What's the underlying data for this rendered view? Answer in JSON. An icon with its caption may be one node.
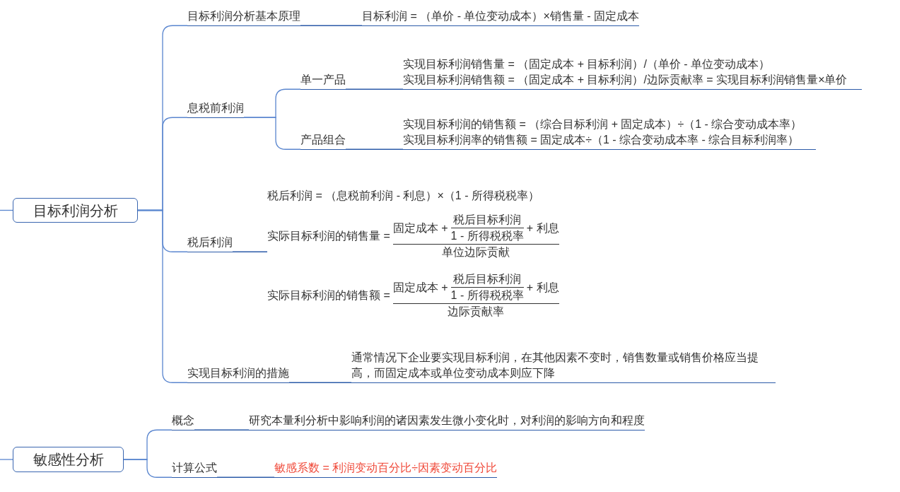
{
  "diagram": {
    "nodes": [
      {
        "text": [
          "目标利润分析"
        ]
      },
      {
        "text": [
          "目标利润分析基本原理"
        ]
      },
      {
        "text": [
          "目标利润 = （单价 - 单位变动成本）×销售量 - 固定成本"
        ]
      },
      {
        "text": [
          "息税前利润"
        ]
      },
      {
        "text": [
          "单一产品"
        ]
      },
      {
        "text": [
          "实现目标利润销售量 = （固定成本 + 目标利润）/（单价 - 单位变动成本）",
          "实现目标利润销售额 = （固定成本 + 目标利润）/边际贡献率 = 实现目标利润销售量×单价"
        ]
      },
      {
        "text": [
          "产品组合"
        ]
      },
      {
        "text": [
          "实现目标利润的销售额 = （综合目标利润 + 固定成本）÷（1 - 综合变动成本率）",
          "实现目标利润率的销售额 = 固定成本÷（1 - 综合变动成本率 - 综合目标利润率）"
        ]
      },
      {
        "text": [
          "税后利润"
        ]
      },
      {
        "text": [
          "税后利润 = （息税前利润 - 利息）×（1 - 所得税税率）"
        ]
      },
      {
        "text": [
          "实际目标利润的销售量 =",
          "固定成本 +",
          "税后目标利润",
          "1 - 所得税税率",
          "+ 利息",
          "单位边际贡献"
        ]
      },
      {
        "text": [
          "实际目标利润的销售额 =",
          "固定成本 +",
          "税后目标利润",
          "1 - 所得税税率",
          "+ 利息",
          "边际贡献率"
        ]
      },
      {
        "text": [
          "实现目标利润的措施"
        ]
      },
      {
        "text": [
          "通常情况下企业要实现目标利润，在其他因素不变时，销售数量或销售价格应当提高，而固定成本或单位变动成本则应下降"
        ]
      },
      {
        "text": [
          "敏感性分析"
        ]
      },
      {
        "text": [
          "概念"
        ]
      },
      {
        "text": [
          "研究本量利分析中影响利润的诸因素发生微小变化时，对利润的影响方向和程度"
        ]
      },
      {
        "text": [
          "计算公式"
        ]
      },
      {
        "text": [
          "敏感系数 = 利润变动百分比÷因素变动百分比"
        ]
      }
    ],
    "edges": [
      {
        "from": null,
        "to": 0,
        "arrow": "none"
      },
      {
        "from": 0,
        "to": 1,
        "arrow": "none"
      },
      {
        "from": 0,
        "to": 3,
        "arrow": "none"
      },
      {
        "from": 0,
        "to": 8,
        "arrow": "none"
      },
      {
        "from": 0,
        "to": 12,
        "arrow": "none"
      },
      {
        "from": 1,
        "to": 2,
        "arrow": "none"
      },
      {
        "from": 3,
        "to": 4,
        "arrow": "none"
      },
      {
        "from": 3,
        "to": 6,
        "arrow": "none"
      },
      {
        "from": 4,
        "to": 5,
        "arrow": "none"
      },
      {
        "from": 6,
        "to": 7,
        "arrow": "none"
      },
      {
        "from": 8,
        "to": 10,
        "arrow": "none"
      },
      {
        "from": 12,
        "to": 13,
        "arrow": "none"
      },
      {
        "from": null,
        "to": 14,
        "arrow": "none"
      },
      {
        "from": 14,
        "to": 15,
        "arrow": "none"
      },
      {
        "from": 14,
        "to": 17,
        "arrow": "none"
      },
      {
        "from": 15,
        "to": 16,
        "arrow": "none"
      },
      {
        "from": 17,
        "to": 18,
        "arrow": "none"
      }
    ]
  }
}
